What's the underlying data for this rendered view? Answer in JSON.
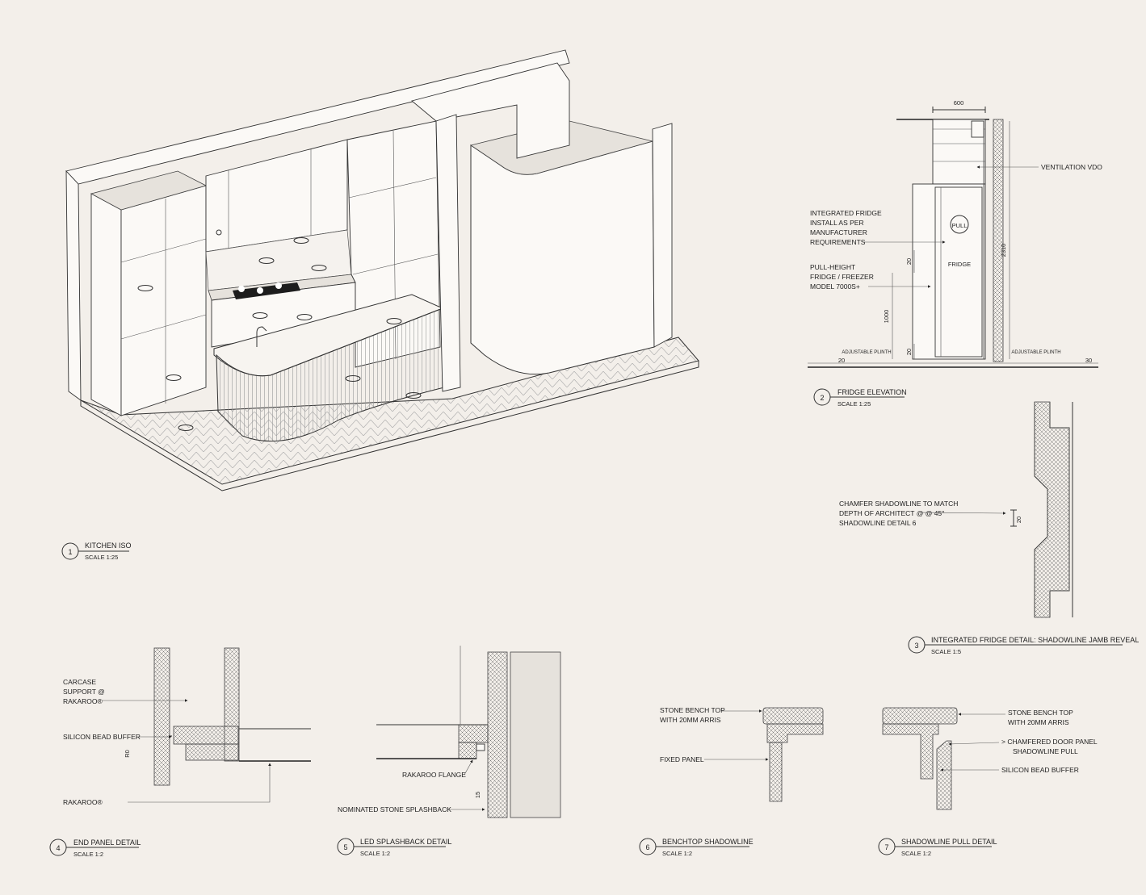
{
  "drawings": {
    "d1": {
      "num": "1",
      "title": "KITCHEN ISO",
      "scale": "SCALE 1:25"
    },
    "d2": {
      "num": "2",
      "title": "FRIDGE ELEVATION",
      "scale": "SCALE 1:25"
    },
    "d3": {
      "num": "3",
      "title": "INTEGRATED FRIDGE DETAIL: SHADOWLINE JAMB REVEAL",
      "scale": "SCALE 1:5"
    },
    "d4": {
      "num": "4",
      "title": "END PANEL DETAIL",
      "scale": "SCALE 1:2"
    },
    "d5": {
      "num": "5",
      "title": "LED SPLASHBACK DETAIL",
      "scale": "SCALE 1:2"
    },
    "d6": {
      "num": "6",
      "title": "BENCHTOP SHADOWLINE",
      "scale": "SCALE 1:2"
    },
    "d7": {
      "num": "7",
      "title": "SHADOWLINE PULL DETAIL",
      "scale": "SCALE 1:2"
    }
  },
  "fridge": {
    "dim_width": "600",
    "dim_height": "2310",
    "dim_1000": "1000",
    "dim_20a": "20",
    "dim_20b": "20",
    "dim_20_left": "20",
    "dim_30_right": "30",
    "plinth_left": "ADJUSTABLE PLINTH",
    "plinth_right": "ADJUSTABLE PLINTH",
    "ventilation": "VENTILATION VDO",
    "integrated_l1": "INTEGRATED FRIDGE",
    "integrated_l2": "INSTALL AS PER",
    "integrated_l3": "MANUFACTURER",
    "integrated_l4": "REQUIREMENTS",
    "pull_l1": "PULL-HEIGHT",
    "pull_l2": "FRIDGE / FREEZER",
    "pull_l3": "MODEL 7000S+",
    "pull_badge": "PULL",
    "fridge_label": "FRIDGE"
  },
  "jamb": {
    "note_l1": "CHAMFER SHADOWLINE TO MATCH",
    "note_l2": "DEPTH OF ARCHITECT @ @ 45°",
    "note_l3": "SHADOWLINE DETAIL 6",
    "dim": "20"
  },
  "endpanel": {
    "carcase_l1": "CARCASE",
    "carcase_l2": "SUPPORT @",
    "carcase_l3": "RAKAROO®",
    "silicon": "SILICON BEAD BUFFER",
    "dim": "R0",
    "rakaroo": "RAKAROO®"
  },
  "splash": {
    "flange": "RAKAROO FLANGE",
    "stone": "NOMINATED STONE SPLASHBACK",
    "dim": "15"
  },
  "bench": {
    "top_l1": "STONE BENCH TOP",
    "top_l2": "WITH 20MM ARRIS",
    "fixed": "FIXED PANEL"
  },
  "pull": {
    "top_l1": "STONE BENCH TOP",
    "top_l2": "WITH 20MM ARRIS",
    "door_l1": "> CHAMFERED DOOR PANEL",
    "door_l2": "SHADOWLINE PULL",
    "silicon": "SILICON BEAD BUFFER"
  }
}
